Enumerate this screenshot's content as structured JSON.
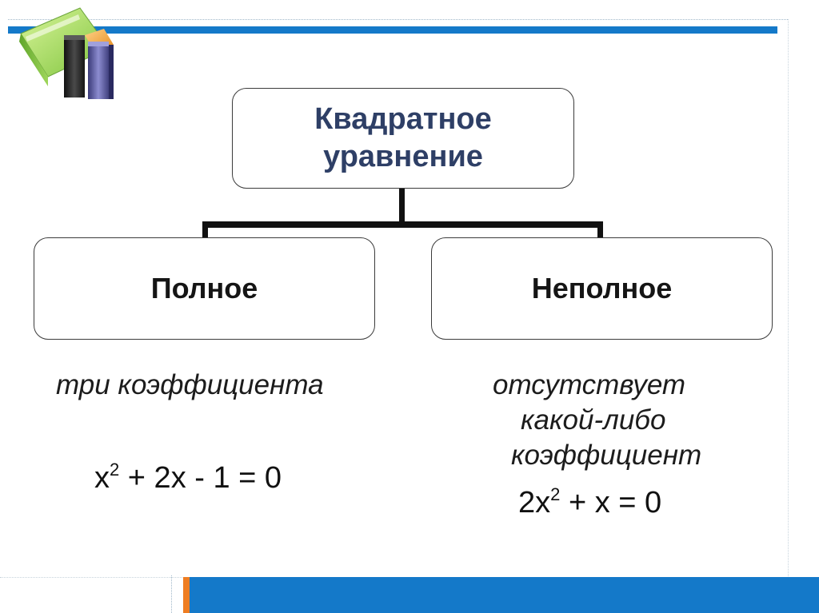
{
  "diagram": {
    "root": {
      "line1": "Квадратное",
      "line2": "уравнение"
    },
    "left": {
      "label": "Полное",
      "description": "три коэффициента",
      "formula": {
        "base": "x",
        "exponent": "2",
        "rest": " + 2x - 1 = 0"
      }
    },
    "right": {
      "label": "Неполное",
      "description_line1": "отсутствует",
      "description_line2": "какой-либо",
      "description_line3": "коэффициент",
      "formula": {
        "base": "2x",
        "exponent": "2",
        "rest": " + x = 0"
      }
    }
  },
  "colors": {
    "accent_blue": "#1479c9",
    "accent_orange": "#ee7d22",
    "root_text": "#2e3f66"
  },
  "icons": {
    "logo": "books-icon"
  }
}
